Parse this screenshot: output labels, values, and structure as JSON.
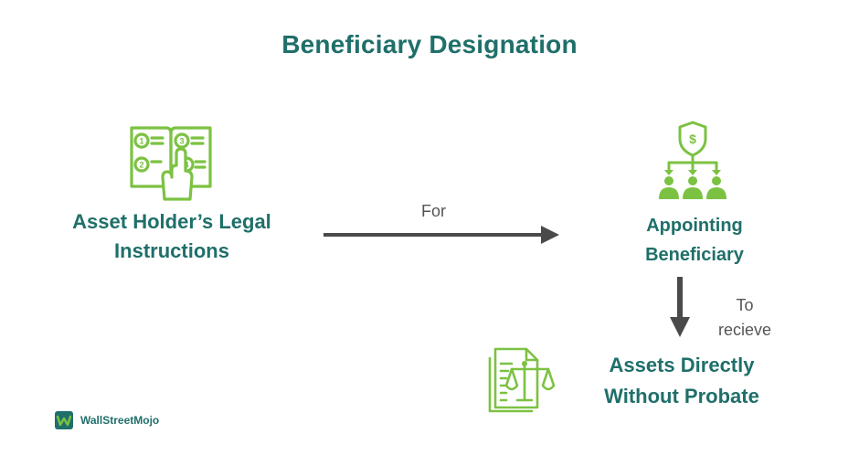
{
  "title": "Beneficiary Designation",
  "nodes": {
    "holder": {
      "line1": "Asset Holder’s Legal",
      "line2": "Instructions",
      "icon": "manual-book-icon"
    },
    "beneficiary": {
      "line1": "Appointing",
      "line2": "Beneficiary",
      "icon": "beneficiary-hierarchy-icon"
    },
    "assets": {
      "line1": "Assets Directly",
      "line2": "Without Probate",
      "icon": "legal-document-scales-icon"
    }
  },
  "edges": {
    "for": {
      "label": "For"
    },
    "to_receive": {
      "line1": "To",
      "line2": "recieve"
    }
  },
  "logo": {
    "text": "WallStreetMojo",
    "icon": "wallstreetmojo-logo-icon"
  },
  "colors": {
    "title": "#1f6f6a",
    "icon_green": "#7cc242",
    "arrow": "#4a4a4a",
    "label_gray": "#555555"
  }
}
